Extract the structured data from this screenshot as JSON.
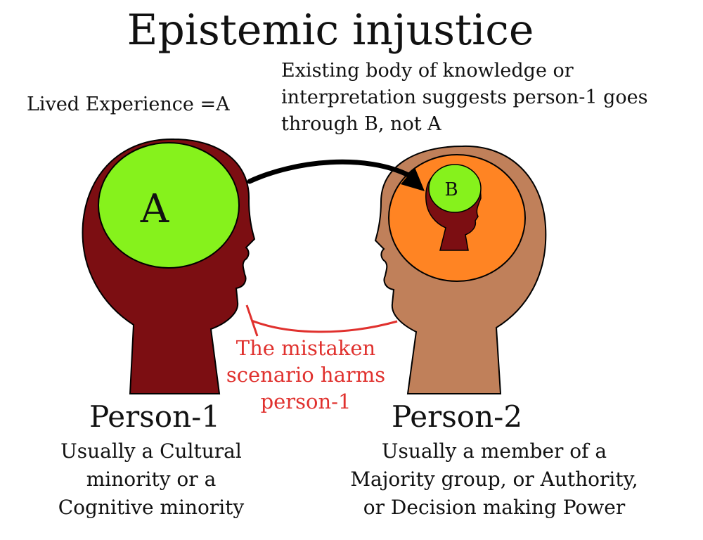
{
  "title": "Epistemic injustice",
  "lived_experience": "Lived Experience =A",
  "existing_knowledge": "Existing body of knowledge or\ninterpretation suggests person-1 goes\nthrough B, not  A",
  "harm_note": "The mistaken\nscenario harms\nperson-1",
  "person1": {
    "name": "Person-1",
    "description": "Usually a Cultural\nminority or a\nCognitive minority",
    "circle_label": "A"
  },
  "person2": {
    "name": "Person-2",
    "description": "Usually a member of a\nMajority group, or Authority,\nor Decision making Power",
    "circle_label": "B"
  },
  "colors": {
    "person1_head": "#7c0e12",
    "person2_head": "#c0805a",
    "green_circle": "#86f21c",
    "orange_circle": "#ff8423",
    "harm_red": "#e0312e",
    "arrow": "#000000"
  }
}
